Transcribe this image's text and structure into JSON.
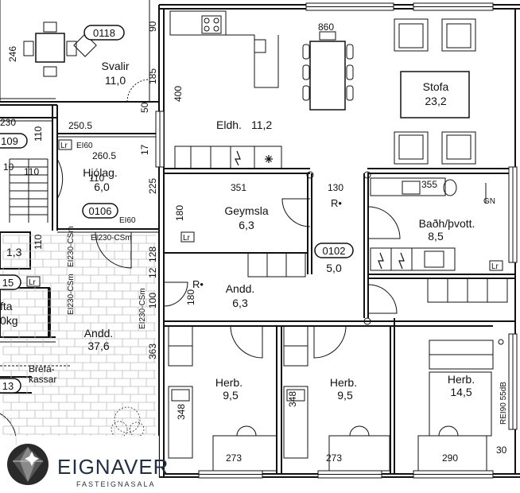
{
  "rooms": {
    "svalir": {
      "name": "Svalir",
      "area": "11,0"
    },
    "stofa": {
      "name": "Stofa",
      "area": "23,2"
    },
    "eldh": {
      "name": "Eldh.",
      "area": "11,2"
    },
    "hjolag": {
      "name": "Hjólag.",
      "area": "6,0"
    },
    "geymsla": {
      "name": "Geymsla",
      "area": "6,3"
    },
    "badh": {
      "name": "Baðh/þvott.",
      "area": "8,5"
    },
    "andd_inner": {
      "name": "Andd.",
      "area": "6,3"
    },
    "andd_outer": {
      "name": "Andd.",
      "area": "37,6"
    },
    "herb1": {
      "name": "Herb.",
      "area": "9,5"
    },
    "herb2": {
      "name": "Herb.",
      "area": "9,5"
    },
    "herb3": {
      "name": "Herb.",
      "area": "14,5"
    },
    "apt_area": "5,0",
    "storage_left_area": "1,3",
    "lyfta_fragment": "fta",
    "lyfta_kg": "0kg",
    "brefa": "Bréfa-",
    "kassar": "kassar"
  },
  "tags": {
    "t0118": "0118",
    "t0106": "0106",
    "t0102": "0102",
    "t109": "109",
    "t15": "15",
    "t13": "13",
    "lr": "Lr",
    "gn": "GN",
    "r_dot": "R•"
  },
  "dims": {
    "d860": "860",
    "d246": "246",
    "d90": "90",
    "d185": "185",
    "d400": "400",
    "d50": "50",
    "d230": "230",
    "d110a": "110",
    "d250_5": "250.5",
    "d260_5": "260.5",
    "d17": "17",
    "d225": "225",
    "d351": "351",
    "d130": "130",
    "d355": "355",
    "d180a": "180",
    "d180b": "180",
    "d128": "128",
    "d12": "12",
    "d100": "100",
    "d363": "363",
    "d348a": "348",
    "d348b": "348",
    "d273a": "273",
    "d273b": "273",
    "d290": "290",
    "d30": "30",
    "d110b": "110",
    "d110c": "110",
    "d110d": "110",
    "d10": "10"
  },
  "fire": {
    "ei60a": "EI60",
    "ei60b": "EI60",
    "ei230_cs_a": "EI230-CSm",
    "ei230_cs_b": "EI230-CSm",
    "ei230_cs_c": "EI230-CSm",
    "ei230_cs_d": "EI230-CSm",
    "rei90": "REI90 55dB"
  },
  "brand": {
    "name": "EIGNAVER",
    "tagline": "FASTEIGNASALA"
  },
  "colors": {
    "ink": "#111111",
    "brand_text": "#1f2f4a",
    "logo_dark": "#2a2a2a"
  }
}
